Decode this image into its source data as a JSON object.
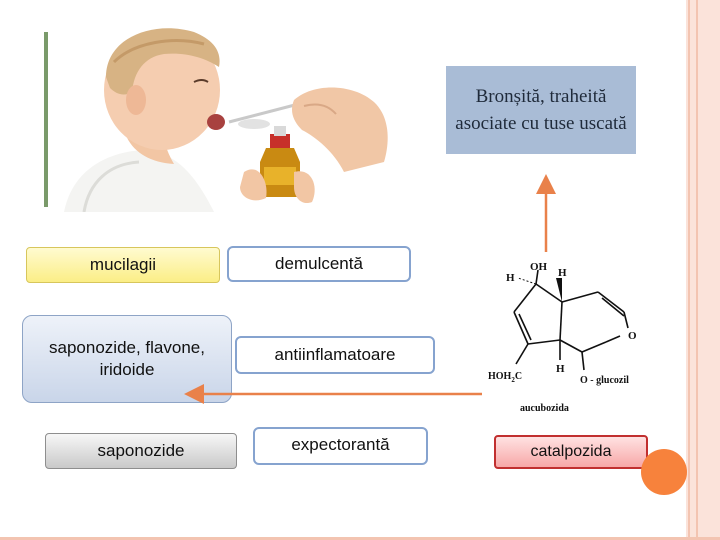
{
  "info_box": {
    "text": "Bronșită, traheită asociate cu tuse uscată"
  },
  "constituents": {
    "mucilage": "mucilagii",
    "saponins_flavones_iridoids": "saponozide, flavone, iridoide",
    "saponins": "saponozide"
  },
  "actions": {
    "demulcent": "demulcentă",
    "antiinflammatory": "antiinflamatoare",
    "expectorant": "expectorantă"
  },
  "molecule": {
    "name": "aucubozida",
    "atoms": {
      "oh": "OH",
      "h_left": "H",
      "h_right": "H",
      "o_ring": "O",
      "hoh2c": "HOH",
      "hoh2c_sub": "2",
      "hoh2c_c": "C",
      "h_bottom": "H",
      "o_glucose": "O - glucozil"
    }
  },
  "highlight_box": {
    "text": "catalpozida"
  },
  "colors": {
    "info_box_bg": "#a9bcd6",
    "yellow_box": "#fbee86",
    "blue_box": "#c9d5e9",
    "gray_box": "#c9c9c9",
    "white_box_border": "#86a3cf",
    "pink_box": "#f7a7a7",
    "arrow": "#e9814a",
    "accent_circle": "#f7823c",
    "page_border": "#fbe3da"
  }
}
